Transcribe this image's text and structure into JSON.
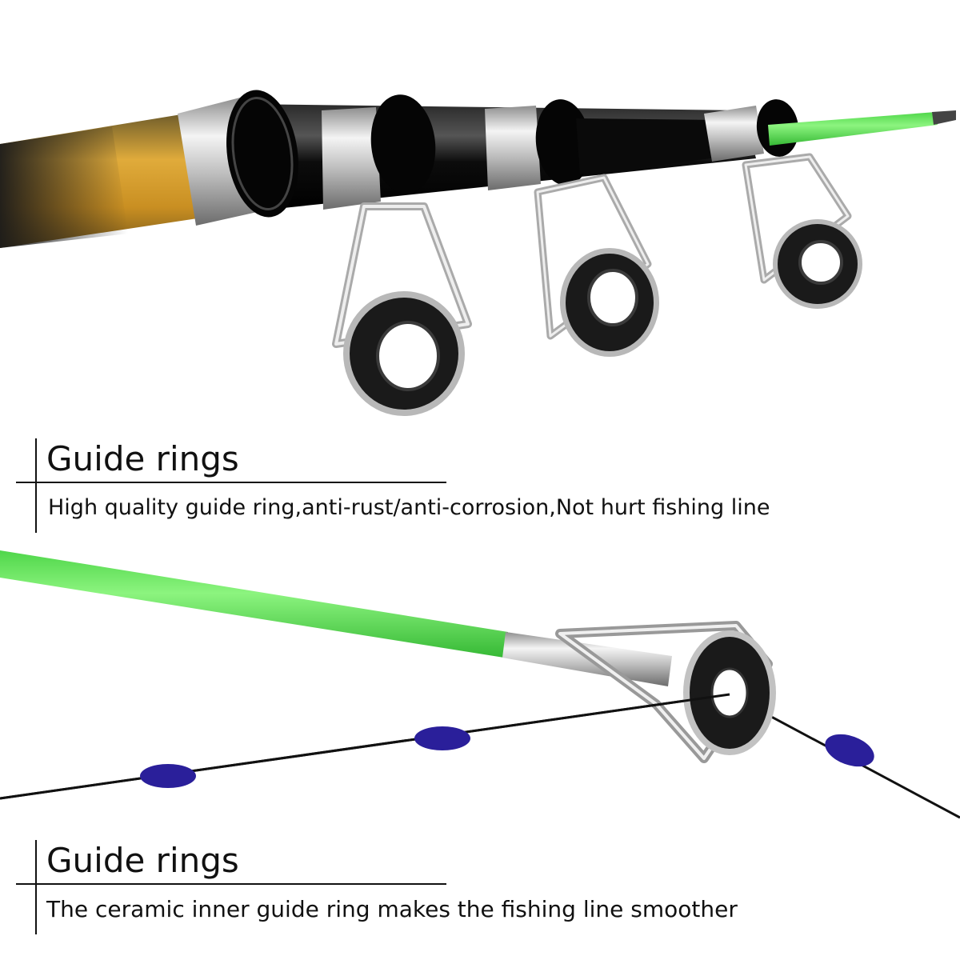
{
  "captions": [
    {
      "title": "Guide rings",
      "description": "High quality guide ring,anti-rust/anti-corrosion,Not hurt fishing line"
    },
    {
      "title": "Guide rings",
      "description": "The ceramic inner guide ring makes the fishing line smoother"
    }
  ],
  "colors": {
    "background": "#ffffff",
    "rod_gold": "#d9a233",
    "rod_black": "#101010",
    "tip_green": "#5fe35a",
    "ceramic_ring": "#1a1a1a",
    "float_blue": "#2a1f9a",
    "text": "#111111"
  }
}
